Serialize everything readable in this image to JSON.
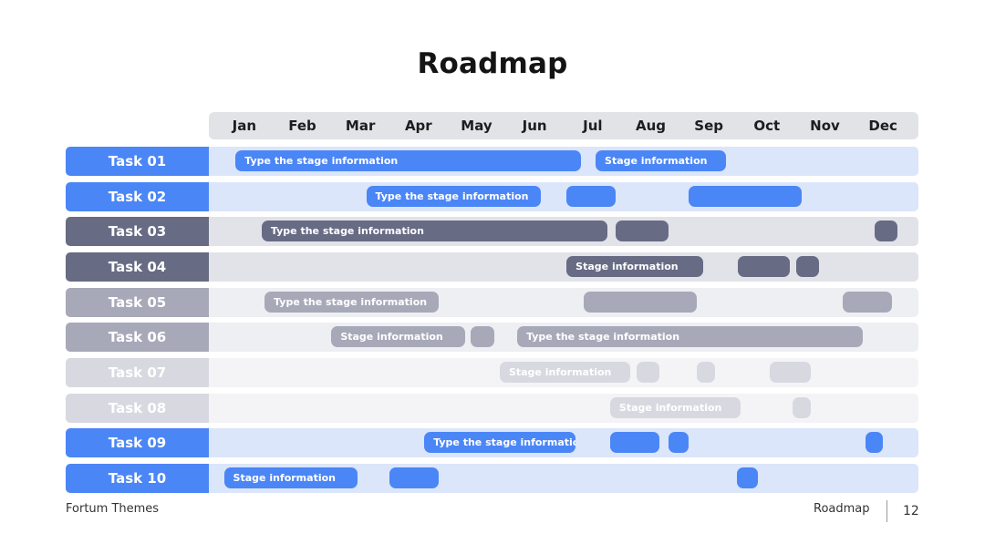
{
  "title": "Roadmap",
  "footer": {
    "brand": "Fortum Themes",
    "section": "Roadmap",
    "page": "12"
  },
  "chart_data": {
    "type": "gantt",
    "title": "Roadmap",
    "months": [
      "Jan",
      "Feb",
      "Mar",
      "Apr",
      "May",
      "Jun",
      "Jul",
      "Aug",
      "Sep",
      "Oct",
      "Nov",
      "Dec"
    ],
    "x_range": [
      0,
      12
    ],
    "tasks": [
      {
        "name": "Task 01",
        "theme": "blue",
        "bars": [
          {
            "start": 0.35,
            "end": 6.3,
            "label": "Type the stage information"
          },
          {
            "start": 6.55,
            "end": 8.8,
            "label": "Stage information"
          }
        ]
      },
      {
        "name": "Task 02",
        "theme": "blue",
        "bars": [
          {
            "start": 2.6,
            "end": 5.6,
            "label": "Type the stage information"
          },
          {
            "start": 6.05,
            "end": 6.9,
            "label": ""
          },
          {
            "start": 8.15,
            "end": 10.1,
            "label": ""
          }
        ]
      },
      {
        "name": "Task 03",
        "theme": "slate",
        "bars": [
          {
            "start": 0.8,
            "end": 6.75,
            "label": "Type the stage information"
          },
          {
            "start": 6.9,
            "end": 7.8,
            "label": ""
          },
          {
            "start": 11.35,
            "end": 11.75,
            "label": ""
          }
        ]
      },
      {
        "name": "Task 04",
        "theme": "slate",
        "bars": [
          {
            "start": 6.05,
            "end": 8.4,
            "label": "Stage information"
          },
          {
            "start": 9.0,
            "end": 9.9,
            "label": ""
          },
          {
            "start": 10.0,
            "end": 10.4,
            "label": ""
          }
        ]
      },
      {
        "name": "Task 05",
        "theme": "grey",
        "bars": [
          {
            "start": 0.85,
            "end": 3.85,
            "label": "Type the stage information"
          },
          {
            "start": 6.35,
            "end": 8.3,
            "label": ""
          },
          {
            "start": 10.8,
            "end": 11.65,
            "label": ""
          }
        ]
      },
      {
        "name": "Task 06",
        "theme": "grey",
        "bars": [
          {
            "start": 2.0,
            "end": 4.3,
            "label": "Stage information"
          },
          {
            "start": 4.4,
            "end": 4.8,
            "label": ""
          },
          {
            "start": 5.2,
            "end": 11.15,
            "label": "Type the stage information"
          }
        ]
      },
      {
        "name": "Task 07",
        "theme": "light",
        "bars": [
          {
            "start": 4.9,
            "end": 7.15,
            "label": "Stage information"
          },
          {
            "start": 7.25,
            "end": 7.65,
            "label": ""
          },
          {
            "start": 8.3,
            "end": 8.6,
            "label": ""
          },
          {
            "start": 9.55,
            "end": 10.25,
            "label": ""
          }
        ]
      },
      {
        "name": "Task 08",
        "theme": "light",
        "bars": [
          {
            "start": 6.8,
            "end": 9.05,
            "label": "Stage information"
          },
          {
            "start": 9.95,
            "end": 10.25,
            "label": ""
          }
        ]
      },
      {
        "name": "Task 09",
        "theme": "blue",
        "bars": [
          {
            "start": 3.6,
            "end": 6.2,
            "label": "Type the stage information"
          },
          {
            "start": 6.8,
            "end": 7.65,
            "label": ""
          },
          {
            "start": 7.8,
            "end": 8.15,
            "label": ""
          },
          {
            "start": 11.2,
            "end": 11.5,
            "label": ""
          }
        ]
      },
      {
        "name": "Task 10",
        "theme": "blue",
        "bars": [
          {
            "start": 0.15,
            "end": 2.45,
            "label": "Stage information"
          },
          {
            "start": 3.0,
            "end": 3.85,
            "label": ""
          },
          {
            "start": 8.98,
            "end": 9.35,
            "label": ""
          }
        ]
      }
    ]
  },
  "colors": {
    "blue": {
      "label": "#4b86f6",
      "bar": "#4b86f6",
      "track": "#dbe6fb"
    },
    "slate": {
      "label": "#676b84",
      "bar": "#676b84",
      "track": "#e2e3e9"
    },
    "grey": {
      "label": "#a7a9b9",
      "bar": "#a7a9b9",
      "track": "#eeeff3"
    },
    "light": {
      "label": "#d8d9e0",
      "bar": "#d8d9e0",
      "track": "#f4f4f7"
    }
  }
}
